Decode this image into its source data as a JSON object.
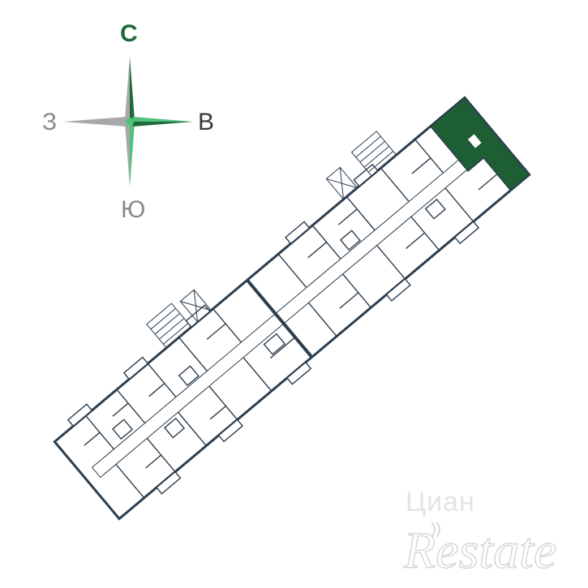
{
  "compass": {
    "north": "С",
    "west": "З",
    "east": "В",
    "south": "Ю"
  },
  "watermarks": {
    "cian": "Циан",
    "restate": "Restate"
  },
  "colors": {
    "highlight": "#1d5e34",
    "wall": "#2c3e4e",
    "compass_green": "#4ec27a",
    "compass_grey": "#a8a8a8"
  },
  "icons": [
    "compass-rose-icon",
    "stair-icon",
    "elevator-icon",
    "restate-wave-icon"
  ]
}
